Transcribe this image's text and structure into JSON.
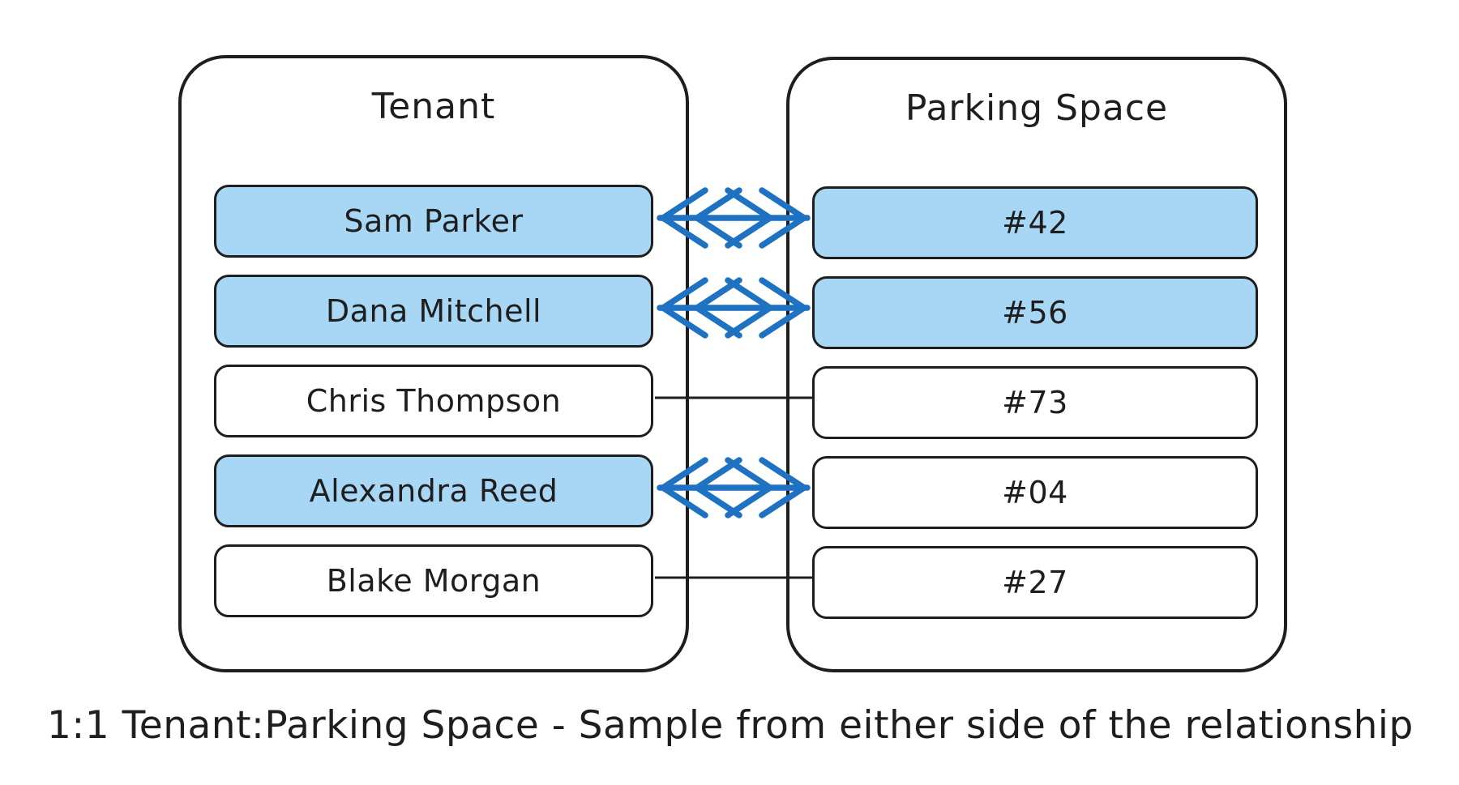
{
  "tenant_panel": {
    "title": "Tenant",
    "rows": [
      {
        "label": "Sam Parker",
        "highlighted": true
      },
      {
        "label": "Dana Mitchell",
        "highlighted": true
      },
      {
        "label": "Chris Thompson",
        "highlighted": false
      },
      {
        "label": "Alexandra Reed",
        "highlighted": true
      },
      {
        "label": "Blake Morgan",
        "highlighted": false
      }
    ]
  },
  "parking_panel": {
    "title": "Parking Space",
    "rows": [
      {
        "label": "#42",
        "highlighted": true
      },
      {
        "label": "#56",
        "highlighted": true
      },
      {
        "label": "#73",
        "highlighted": false
      },
      {
        "label": "#04",
        "highlighted": false
      },
      {
        "label": "#27",
        "highlighted": false
      }
    ]
  },
  "links": [
    {
      "from": "Sam Parker",
      "to": "#42",
      "type": "double-arrow"
    },
    {
      "from": "Dana Mitchell",
      "to": "#56",
      "type": "double-arrow"
    },
    {
      "from": "Chris Thompson",
      "to": "#73",
      "type": "line"
    },
    {
      "from": "Alexandra Reed",
      "to": "#04",
      "type": "double-arrow"
    },
    {
      "from": "Blake Morgan",
      "to": "#27",
      "type": "line"
    }
  ],
  "caption": "1:1 Tenant:Parking Space - Sample from either side of the relationship",
  "colors": {
    "highlight_fill": "#a8d7f5",
    "arrow_blue": "#1f72c1",
    "stroke_dark": "#1e1e1e",
    "background": "#ffffff"
  }
}
